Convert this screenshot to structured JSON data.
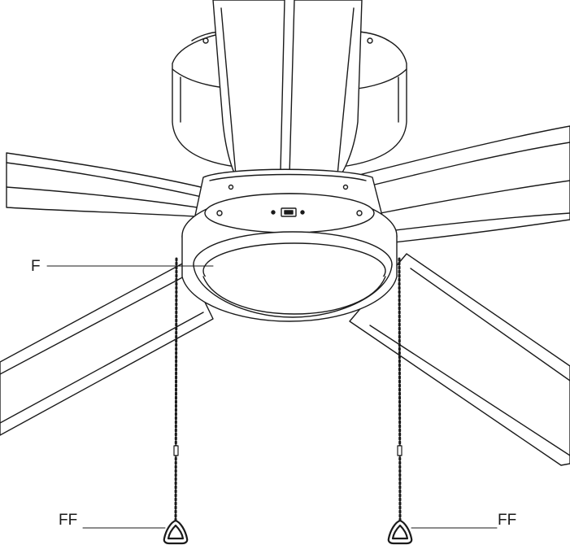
{
  "diagram": {
    "labels": {
      "f": "F",
      "ff_left": "FF",
      "ff_right": "FF"
    },
    "colors": {
      "line": "#1a1a1a",
      "fill": "#ffffff",
      "shade": "#e6e6e6"
    }
  }
}
